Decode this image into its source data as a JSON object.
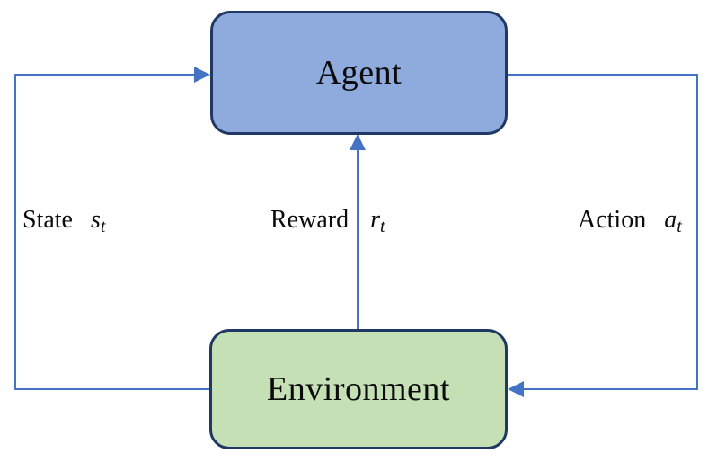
{
  "diagram": {
    "type": "flow-loop",
    "description": "Reinforcement learning agent-environment interaction loop",
    "nodes": {
      "agent": {
        "label": "Agent",
        "fill": "#8FAADC",
        "border": "#1F3864"
      },
      "environment": {
        "label": "Environment",
        "fill": "#C5E0B4",
        "border": "#1F3864"
      }
    },
    "edges": {
      "state": {
        "label": "State",
        "symbol": "s",
        "subscript": "t",
        "from": "environment",
        "to": "agent"
      },
      "reward": {
        "label": "Reward",
        "symbol": "r",
        "subscript": "t",
        "from": "environment",
        "to": "agent"
      },
      "action": {
        "label": "Action",
        "symbol": "a",
        "subscript": "t",
        "from": "agent",
        "to": "environment"
      }
    },
    "colors": {
      "line": "#4472C4",
      "node_border": "#1F3864",
      "agent_fill": "#8FAADC",
      "environment_fill": "#C5E0B4",
      "text": "#0b0b0b",
      "background": "#ffffff"
    }
  }
}
